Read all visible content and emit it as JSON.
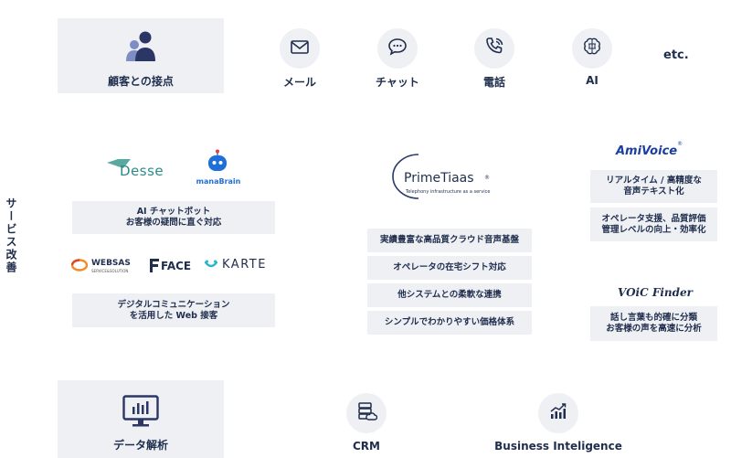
{
  "contact": {
    "title": "顧客との接点",
    "channels": [
      {
        "label": "メール",
        "icon": "mail-icon"
      },
      {
        "label": "チャット",
        "icon": "chat-icon"
      },
      {
        "label": "電話",
        "icon": "phone-icon"
      },
      {
        "label": "AI",
        "icon": "ai-brain-icon"
      }
    ],
    "etc": "etc."
  },
  "side_label": "サービス改善",
  "left": {
    "logo_desse": "Desse",
    "logo_manabrain": "manaBrain",
    "ai_box": [
      "AI チャットボット",
      "お客様の疑問に直ぐ対応"
    ],
    "logo_websas": "WEBSAS",
    "logo_websas_sub": "SERVICE&SOLUTION",
    "logo_face": "FACE",
    "logo_karte": "KARTE",
    "web_box": [
      "デジタルコミュニケーション",
      "を活用した Web 接客"
    ]
  },
  "center": {
    "logo_main": "PrimeTiaas",
    "logo_mark": "®",
    "logo_sub": "Telephony infrastructure as a service",
    "features": [
      "実績豊富な高品質クラウド音声基盤",
      "オペレータの在宅シフト対応",
      "他システムとの柔軟な連携",
      "シンプルでわかりやすい価格体系"
    ]
  },
  "right": {
    "logo_amivoice": "AmiVoice",
    "logo_amivoice_mark": "®",
    "amivoice_boxes": [
      [
        "リアルタイム / 高精度な",
        "音声テキスト化"
      ],
      [
        "オペレータ支援、品質評価",
        "管理レベルの向上・効率化"
      ]
    ],
    "logo_voic": "VOiC Finder",
    "voic_box": [
      "話し言葉も的確に分類",
      "お客様の声を高速に分析"
    ]
  },
  "analysis": {
    "title": "データ解析",
    "items": [
      {
        "label": "CRM",
        "icon": "crm-database-icon"
      },
      {
        "label": "Business Inteligence",
        "icon": "bi-chart-icon"
      }
    ]
  },
  "colors": {
    "navy": "#1f2e4d",
    "box_gray": "#eef0f4",
    "accent_blue": "#1e6fd9",
    "orange": "#f28c28"
  }
}
